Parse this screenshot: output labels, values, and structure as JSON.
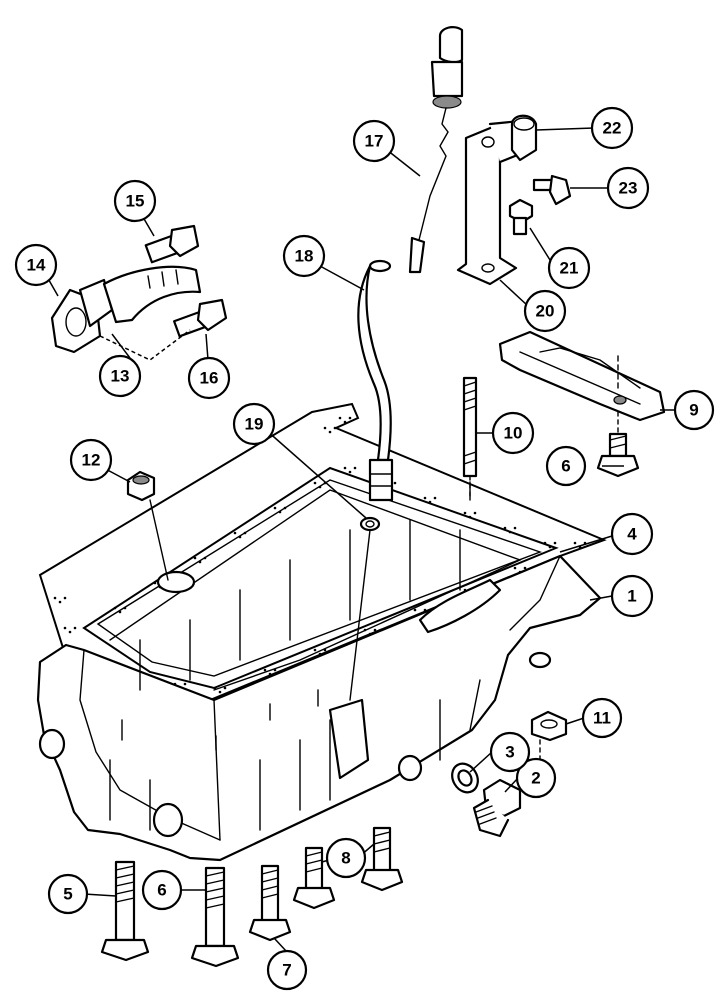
{
  "callouts": [
    {
      "id": "1",
      "label": "1"
    },
    {
      "id": "2",
      "label": "2"
    },
    {
      "id": "3",
      "label": "3"
    },
    {
      "id": "4",
      "label": "4"
    },
    {
      "id": "5",
      "label": "5"
    },
    {
      "id": "6a",
      "label": "6"
    },
    {
      "id": "6b",
      "label": "6"
    },
    {
      "id": "7",
      "label": "7"
    },
    {
      "id": "8",
      "label": "8"
    },
    {
      "id": "9",
      "label": "9"
    },
    {
      "id": "10",
      "label": "10"
    },
    {
      "id": "11",
      "label": "11"
    },
    {
      "id": "12",
      "label": "12"
    },
    {
      "id": "13",
      "label": "13"
    },
    {
      "id": "14",
      "label": "14"
    },
    {
      "id": "15",
      "label": "15"
    },
    {
      "id": "16",
      "label": "16"
    },
    {
      "id": "17",
      "label": "17"
    },
    {
      "id": "18",
      "label": "18"
    },
    {
      "id": "19",
      "label": "19"
    },
    {
      "id": "20",
      "label": "20"
    },
    {
      "id": "21",
      "label": "21"
    },
    {
      "id": "22",
      "label": "22"
    },
    {
      "id": "23",
      "label": "23"
    }
  ]
}
